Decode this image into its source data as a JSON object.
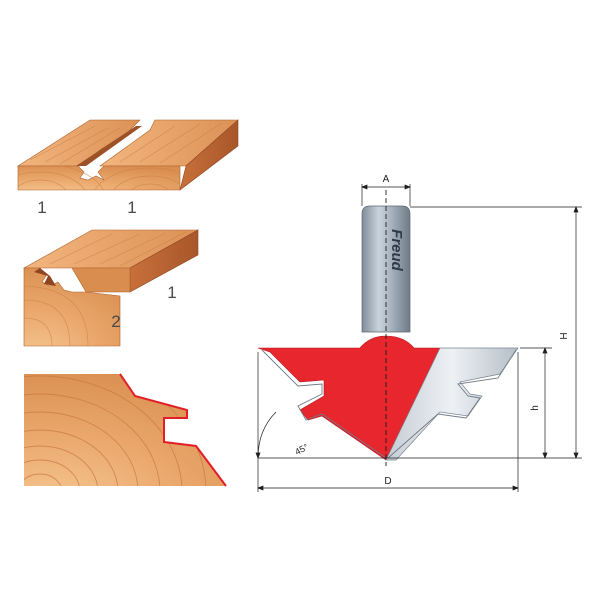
{
  "diagram": {
    "figure_1": {
      "part_labels": [
        "1",
        "1"
      ]
    },
    "figure_2": {
      "part_labels": [
        "1",
        "2"
      ]
    },
    "cutter": {
      "brand": "Freud",
      "dimensions": {
        "A": "A",
        "H": "H",
        "h": "h",
        "D": "D"
      },
      "angle": "45°"
    },
    "colors": {
      "wood_top": "#e8a46a",
      "wood_side": "#c56b36",
      "wood_end": "#f0b380",
      "cutter_red": "#e8262d",
      "shank": "#a9b6c3",
      "carbide": "#d8dee4",
      "profile_outline": "#e21f26"
    }
  }
}
